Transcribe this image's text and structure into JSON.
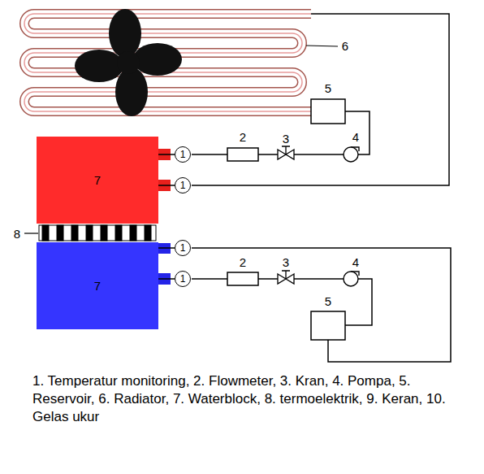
{
  "diagram": {
    "caption": "1. Temperatur monitoring, 2. Flowmeter, 3. Kran, 4. Pompa, 5. Reservoir, 6. Radiator, 7. Waterblock, 8. termoelektrik, 9. Keran, 10. Gelas ukur",
    "nodes": [
      {
        "text": [
          "7"
        ]
      },
      {
        "text": [
          "1"
        ]
      },
      {
        "text": [
          "1"
        ]
      },
      {
        "text": [
          "7"
        ]
      },
      {
        "text": [
          "1"
        ]
      },
      {
        "text": [
          "1"
        ]
      }
    ],
    "edges": [
      {
        "from": 0,
        "to": 1,
        "arrow": "none"
      },
      {
        "from": 0,
        "to": 2,
        "arrow": "none"
      },
      {
        "from": 3,
        "to": 4,
        "arrow": "none"
      },
      {
        "from": 3,
        "to": 5,
        "arrow": "none"
      }
    ],
    "labels": [
      "6",
      "5",
      "2",
      "3",
      "4",
      "8",
      "2",
      "3",
      "4",
      "5"
    ]
  }
}
